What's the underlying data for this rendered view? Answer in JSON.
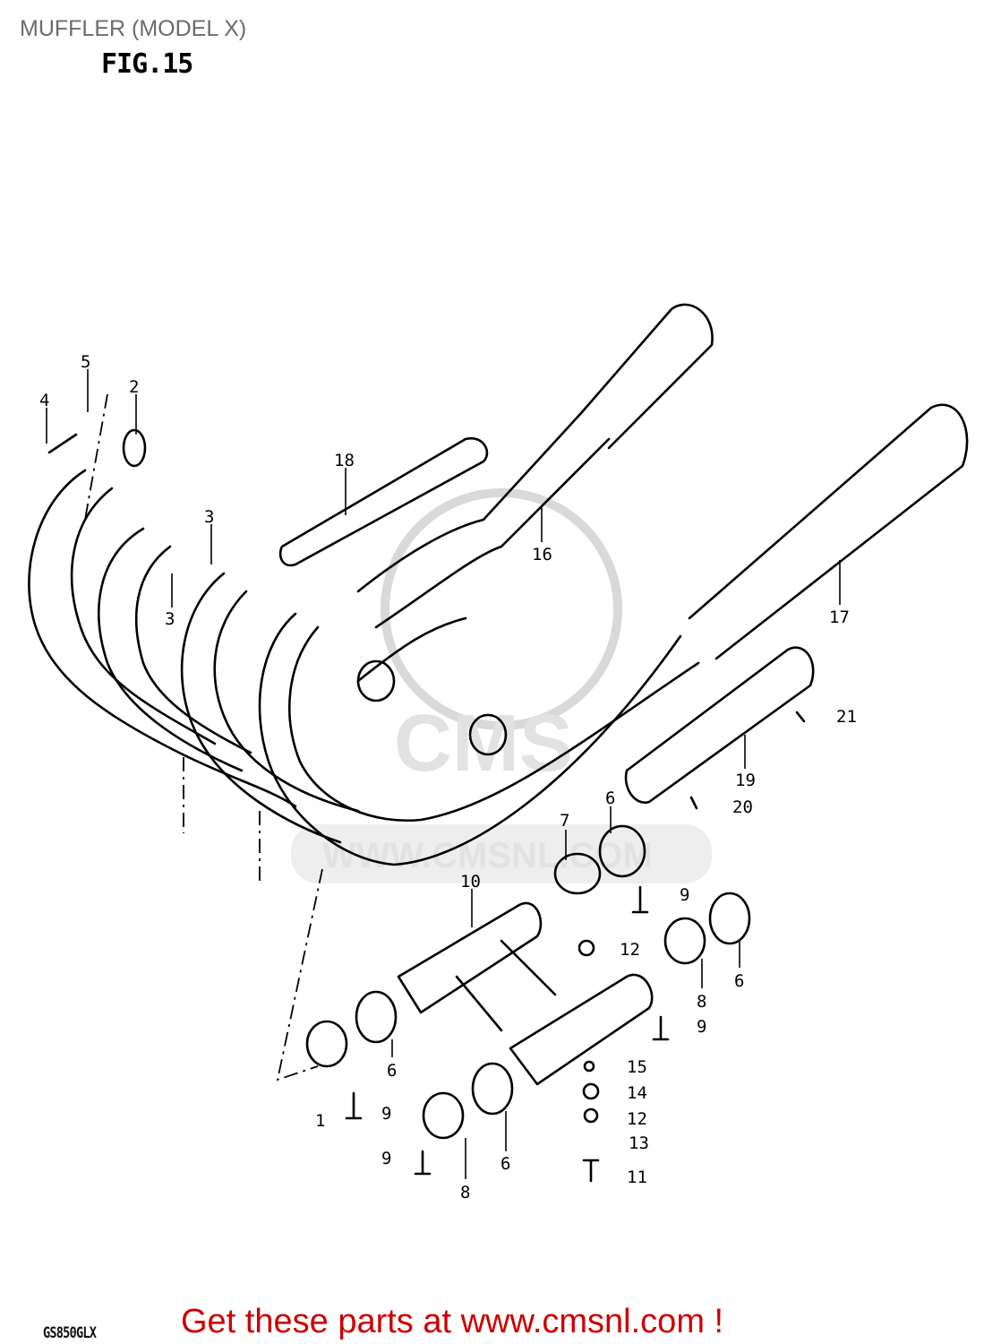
{
  "header": {
    "title": "MUFFLER (MODEL X)",
    "figure": "FIG.15"
  },
  "footer": {
    "model_code": "GS850GLX",
    "promo": "Get these parts at www.cmsnl.com !"
  },
  "watermark": {
    "text": "WWW.CMSNL.COM",
    "logo_text": "CMS"
  },
  "callouts": [
    "5",
    "4",
    "2",
    "18",
    "3",
    "3",
    "16",
    "17",
    "21",
    "19",
    "20",
    "6",
    "7",
    "9",
    "10",
    "12",
    "6",
    "8",
    "9",
    "15",
    "14",
    "12",
    "13",
    "11",
    "6",
    "9",
    "1",
    "9",
    "8",
    "6"
  ],
  "colors": {
    "promo": "#cc0000",
    "title": "#6b6b6b"
  }
}
